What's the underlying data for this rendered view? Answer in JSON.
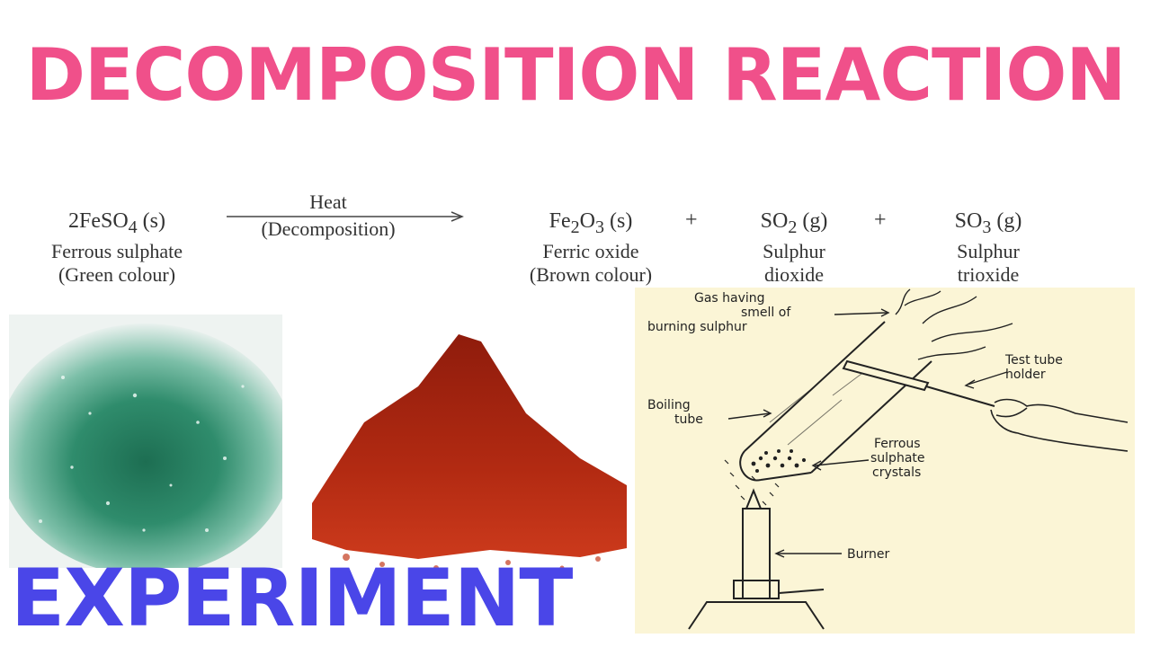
{
  "title": "DECOMPOSITION REACTION",
  "equation": {
    "reactant": {
      "formula_html": "2FeSO<sub>4</sub> (s)",
      "name": "Ferrous sulphate",
      "note": "(Green colour)"
    },
    "arrow_top": "Heat",
    "arrow_bottom": "(Decomposition)",
    "products": [
      {
        "formula_html": "Fe<sub>2</sub>O<sub>3</sub> (s)",
        "name": "Ferric oxide",
        "note": "(Brown colour)"
      },
      {
        "formula_html": "SO<sub>2</sub> (g)",
        "name": "Sulphur",
        "note": "dioxide"
      },
      {
        "formula_html": "SO<sub>3</sub> (g)",
        "name": "Sulphur",
        "note": "trioxide"
      }
    ],
    "plus": "+"
  },
  "photos": {
    "green": {
      "color": "#2f8c6c"
    },
    "red": {
      "color": "#b22a12"
    }
  },
  "diagram": {
    "gas_label": [
      "Gas having",
      "smell of",
      "burning sulphur"
    ],
    "holder_label": [
      "Test tube",
      "holder"
    ],
    "tube_label": [
      "Boiling",
      "tube"
    ],
    "crystals_label": [
      "Ferrous",
      "sulphate",
      "crystals"
    ],
    "burner_label": "Burner"
  },
  "footer": "EXPERIMENT",
  "colors": {
    "title": "#f0508a",
    "footer": "#4a46e8",
    "diagram_bg": "#fbf5d6"
  }
}
